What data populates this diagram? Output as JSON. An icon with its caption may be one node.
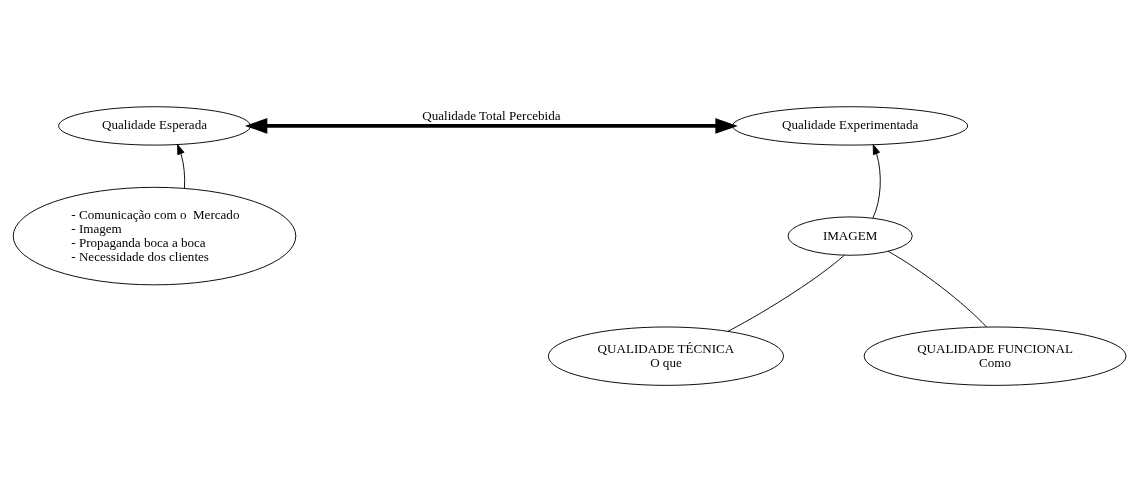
{
  "diagram": {
    "nodes": [
      {
        "text": [
          "Qualidade Esperada"
        ]
      },
      {
        "text": [
          "Qualidade Experimentada"
        ]
      },
      {
        "text": [
          "- Comunicação com o  Mercado",
          "- Imagem",
          "- Propaganda boca a boca",
          "- Necessidade dos clientes"
        ]
      },
      {
        "text": [
          "IMAGEM"
        ]
      },
      {
        "text": [
          "QUALIDADE TÉCNICA",
          "O que"
        ]
      },
      {
        "text": [
          "QUALIDADE FUNCIONAL",
          "Como"
        ]
      }
    ],
    "edges": [
      {
        "from": 0,
        "to": 1,
        "arrow": "both",
        "label": "Qualidade Total Percebida",
        "style": "thick"
      },
      {
        "from": 2,
        "to": 0,
        "arrow": "to"
      },
      {
        "from": 3,
        "to": 1,
        "arrow": "to"
      },
      {
        "from": 3,
        "to": 4,
        "arrow": "none"
      },
      {
        "from": 3,
        "to": 5,
        "arrow": "none"
      }
    ]
  }
}
